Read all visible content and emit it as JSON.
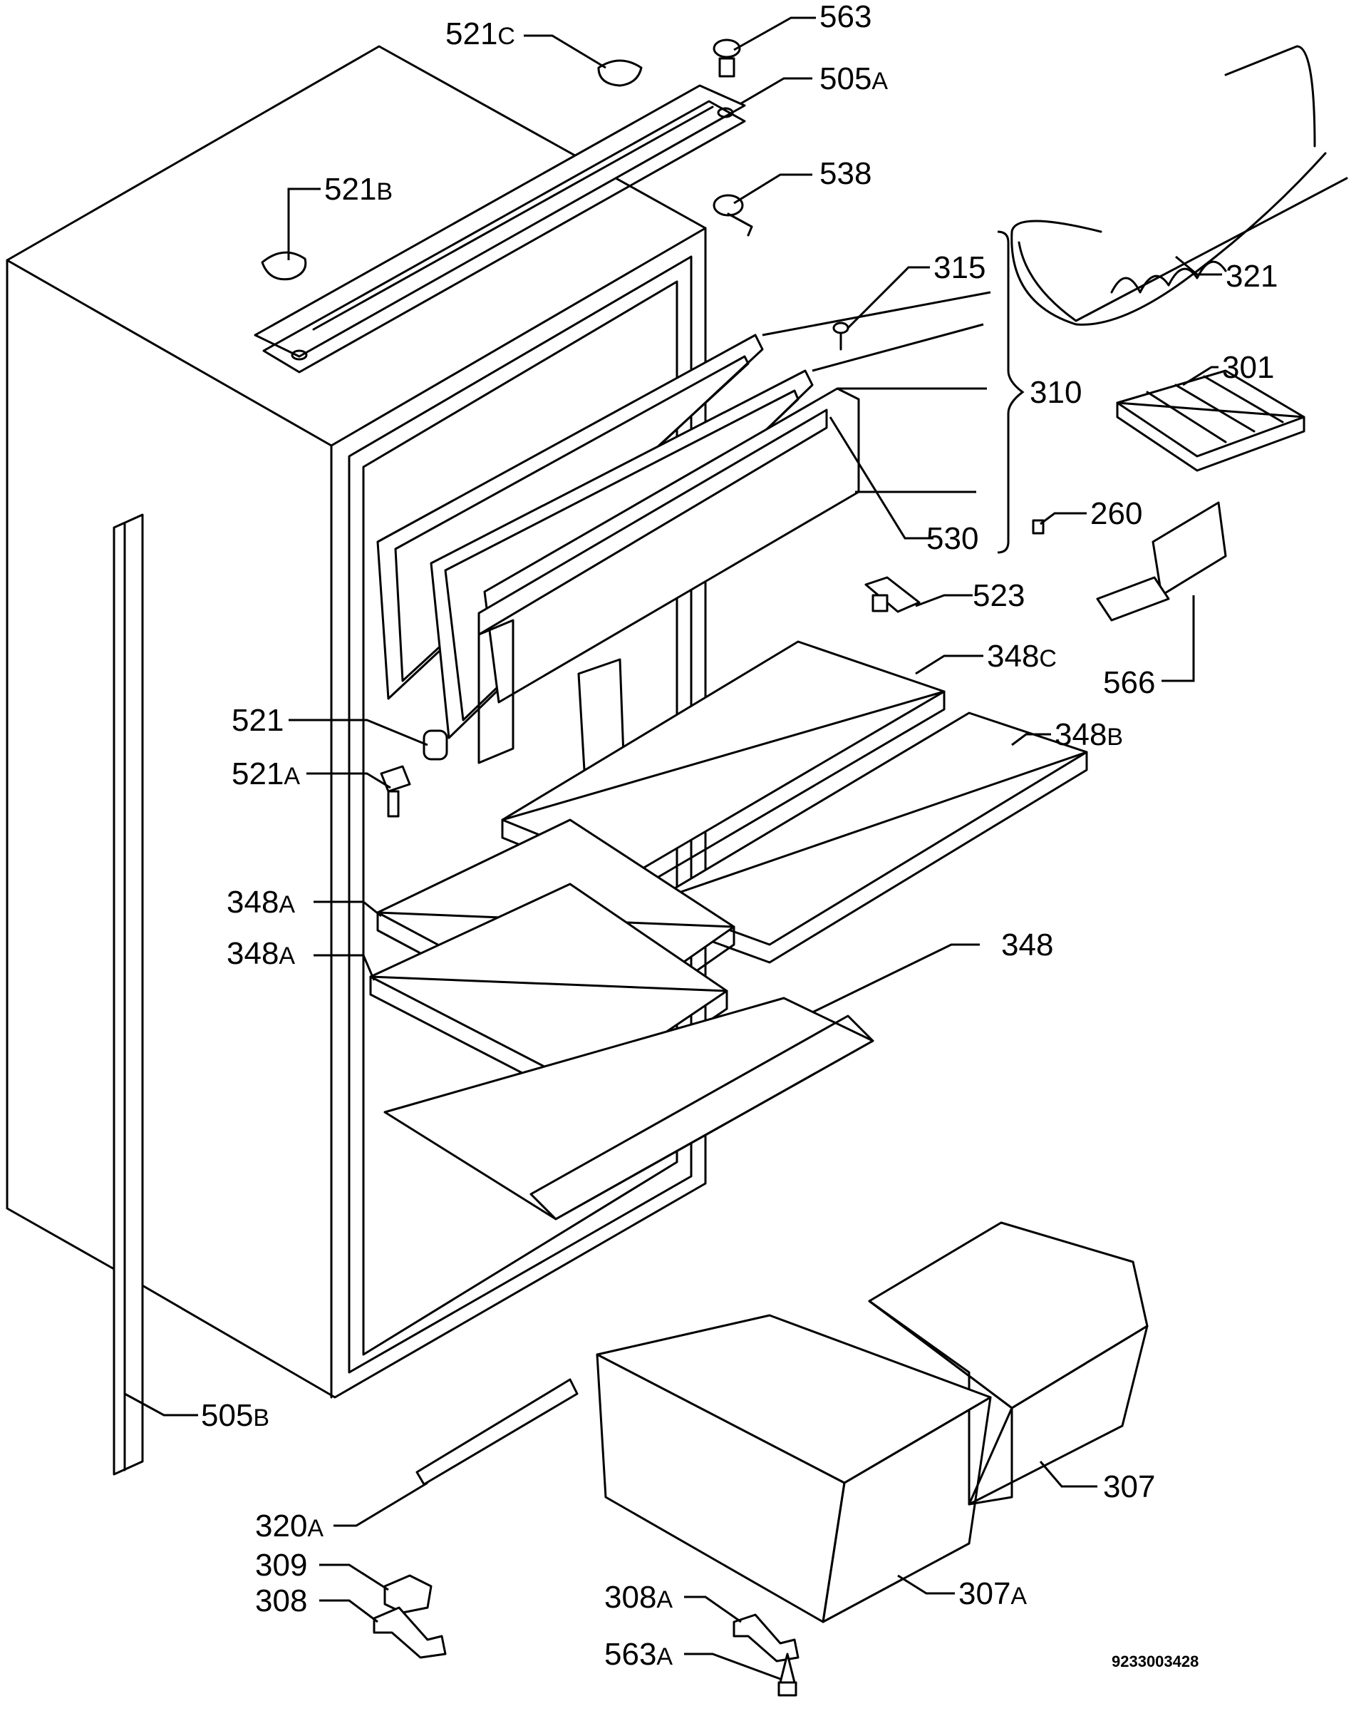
{
  "labels": [
    {
      "id": "521c",
      "num": "521",
      "suffix": "C"
    },
    {
      "id": "563",
      "num": "563",
      "suffix": ""
    },
    {
      "id": "505a",
      "num": "505",
      "suffix": "A"
    },
    {
      "id": "521b",
      "num": "521",
      "suffix": "B"
    },
    {
      "id": "538",
      "num": "538",
      "suffix": ""
    },
    {
      "id": "321",
      "num": "321",
      "suffix": ""
    },
    {
      "id": "315",
      "num": "315",
      "suffix": ""
    },
    {
      "id": "310",
      "num": "310",
      "suffix": ""
    },
    {
      "id": "301",
      "num": "301",
      "suffix": ""
    },
    {
      "id": "260",
      "num": "260",
      "suffix": ""
    },
    {
      "id": "530",
      "num": "530",
      "suffix": ""
    },
    {
      "id": "523",
      "num": "523",
      "suffix": ""
    },
    {
      "id": "348c",
      "num": "348",
      "suffix": "C"
    },
    {
      "id": "566",
      "num": "566",
      "suffix": ""
    },
    {
      "id": "521",
      "num": "521",
      "suffix": ""
    },
    {
      "id": "348b",
      "num": "348",
      "suffix": "B"
    },
    {
      "id": "521a",
      "num": "521",
      "suffix": "A"
    },
    {
      "id": "348a-1",
      "num": "348",
      "suffix": "A"
    },
    {
      "id": "348a-2",
      "num": "348",
      "suffix": "A"
    },
    {
      "id": "348",
      "num": "348",
      "suffix": ""
    },
    {
      "id": "505b",
      "num": "505",
      "suffix": "B"
    },
    {
      "id": "307",
      "num": "307",
      "suffix": ""
    },
    {
      "id": "320a",
      "num": "320",
      "suffix": "A"
    },
    {
      "id": "309",
      "num": "309",
      "suffix": ""
    },
    {
      "id": "308",
      "num": "308",
      "suffix": ""
    },
    {
      "id": "307a",
      "num": "307",
      "suffix": "A"
    },
    {
      "id": "308a",
      "num": "308",
      "suffix": "A"
    },
    {
      "id": "563a",
      "num": "563",
      "suffix": "A"
    }
  ],
  "drawing_code": "9233003428"
}
